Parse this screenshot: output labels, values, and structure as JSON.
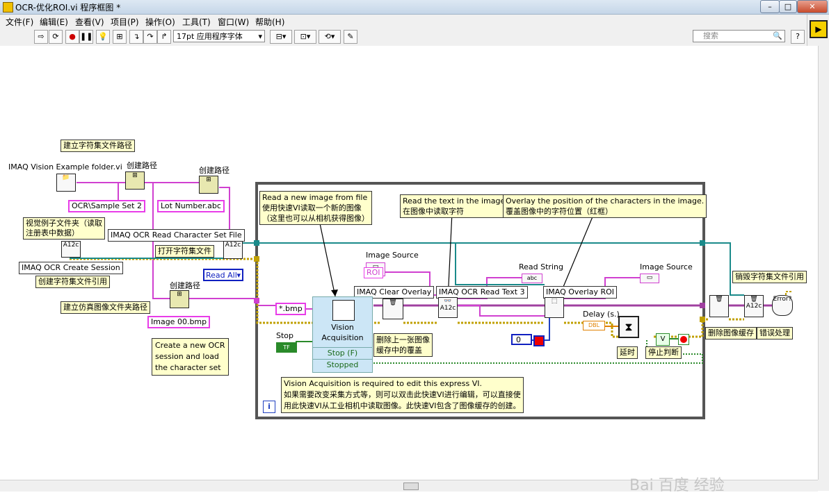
{
  "window": {
    "title": "OCR-优化ROI.vi 程序框图 *"
  },
  "menu": [
    "文件(F)",
    "编辑(E)",
    "查看(V)",
    "项目(P)",
    "操作(O)",
    "工具(T)",
    "窗口(W)",
    "帮助(H)"
  ],
  "toolbar": {
    "font": "17pt 应用程序字体",
    "search_placeholder": "搜索"
  },
  "notes": {
    "path_title": "建立字符集文件路径",
    "example_desc": "视觉例子文件夹（读取\n注册表中数据）",
    "create_ref": "创建字符集文件引用",
    "sim_path": "建立仿真图像文件夹路径",
    "create_session_desc": "Create a new OCR\nsession and load\nthe character set",
    "read_image": "Read a new image from file\n使用快速VI读取一个新的图像\n（这里也可以从相机获得图像）",
    "read_text": "Read the text in the image\n在图像中读取字符",
    "overlay": "Overlay the position of the characters in the image.\n覆盖图像中的字符位置（红框）",
    "delete_overlay": "删除上一张图像\n缓存中的覆盖",
    "delete_buffer": "删除图像缓存",
    "destroy_ref": "销毁字符集文件引用",
    "error_handle": "错误处理",
    "delay_cn": "延时",
    "stop_judge": "停止判断",
    "open_charset": "打开字符集文件",
    "express_info": "Vision Acquisition is required to edit this express VI.\n如果需要改变采集方式等，则可以双击此快速VI进行编辑，可以直接使\n用此快速VI从工业相机中读取图像。此快速VI包含了图像缓存的创建。"
  },
  "labels": {
    "example_folder": "IMAQ Vision Example folder.vi",
    "build_path_1": "创建路径",
    "build_path_2": "创建路径",
    "build_path_3": "创建路径",
    "read_charset": "IMAQ OCR Read Character Set File",
    "create_session": "IMAQ OCR Create Session",
    "image_source_1": "Image Source",
    "image_source_2": "Image Source",
    "clear_overlay": "IMAQ Clear Overlay",
    "read_text3": "IMAQ OCR Read Text 3",
    "overlay_roi": "IMAQ Overlay ROI",
    "read_string": "Read String",
    "delay": "Delay (s.)",
    "stop": "Stop",
    "vision_acq": "Vision\nAcquisition",
    "stop_f": "Stop (F)",
    "stopped": "Stopped",
    "info_icon": "i"
  },
  "constants": {
    "sample_set": "OCR\\Sample Set 2",
    "lot_number": "Lot Number.abc",
    "image_00": "Image 00.bmp",
    "bmp_pattern": "*.bmp",
    "read_all": "Read All",
    "roi": "ROI",
    "zero": "0",
    "dbl": "DBL",
    "tf": "TF",
    "abc": "abc"
  },
  "watermark": "Bai 百度 经验"
}
